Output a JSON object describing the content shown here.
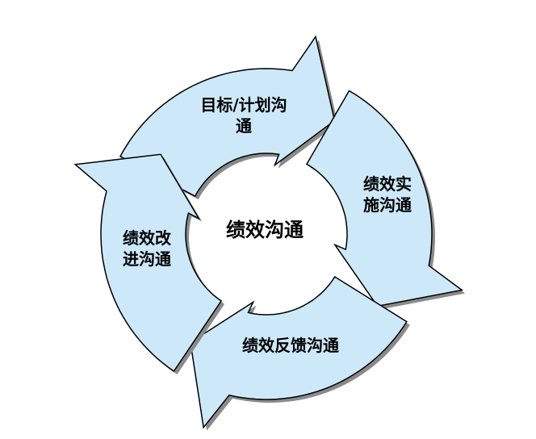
{
  "center_label": "绩效沟通",
  "steps": [
    {
      "label": "目标/计划沟\n通"
    },
    {
      "label": "绩效实\n施沟通"
    },
    {
      "label": "绩效反馈沟通"
    },
    {
      "label": "绩效改\n进沟通"
    }
  ],
  "colors": {
    "fill": "#cde9f9",
    "stroke": "#000000",
    "shadow": "#8a8a8a"
  }
}
